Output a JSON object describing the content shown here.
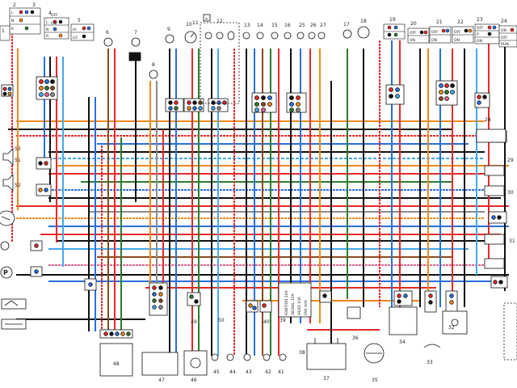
{
  "numbers": {
    "n1": "1",
    "n2": "2",
    "n3": "3",
    "n4": "4",
    "n5": "5",
    "n6": "6",
    "n7": "7",
    "n8": "8",
    "n9": "9",
    "n10": "10",
    "n11": "11",
    "n12": "12",
    "n13": "13",
    "n14": "14",
    "n15": "15",
    "n16": "16",
    "n17": "17",
    "n18": "18",
    "n19": "19",
    "n20": "20",
    "n21": "21",
    "n22": "22",
    "n23": "23",
    "n24": "24",
    "n25": "25",
    "n26": "26",
    "n27": "27",
    "n28": "28",
    "n29": "29",
    "n30": "30",
    "n31": "31",
    "n32": "32",
    "n33": "33",
    "n34": "34",
    "n35": "35",
    "n36": "36",
    "n37": "37",
    "n38": "38",
    "n39": "39",
    "n40": "40",
    "n41": "41",
    "n42": "42",
    "n43": "43",
    "n44": "44",
    "n45": "45",
    "n46": "46",
    "n47": "47",
    "n48": "48",
    "n49": "49",
    "n50": "50",
    "n51": "51",
    "n52": "52",
    "n53": "53"
  },
  "switch_labels": {
    "l": "L",
    "n": "N",
    "r": "R",
    "off": "OFF",
    "on": "ON",
    "hi": "HI",
    "lo": "LO",
    "p": "P",
    "run": "RUN"
  },
  "letters": {
    "a": "A",
    "p_large": "P"
  },
  "fuses": {
    "f1": "IGNITION 10A",
    "f2": "SIGNAL 10A",
    "f3": "HEAD 10A",
    "f4": "FAN 10A"
  },
  "colors": {
    "red": "#e8282a",
    "black": "#111111",
    "blue": "#2a6fdb",
    "lightblue": "#45a8e8",
    "orange": "#f08a1c",
    "green": "#2e7a2e",
    "brown": "#8a4a1e",
    "gray": "#8c8c8c",
    "pink": "#e06090",
    "purple": "#7b3ab0",
    "yellow": "#e5c21a"
  }
}
